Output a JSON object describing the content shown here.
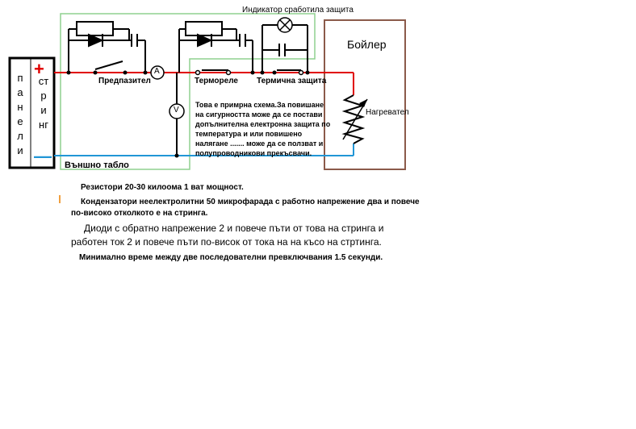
{
  "panel": {
    "left_column": "панели",
    "right_column": "стринг",
    "plus_sign": "+",
    "minus_sign": "—"
  },
  "labels": {
    "indicator": "Индикатор сработила защита",
    "boiler": "Бойлер",
    "fuse": "Предпазител",
    "thermostat": "Термореле",
    "thermal_protection": "Термична защита",
    "heater": "Нагревател",
    "external_box": "Външно табло",
    "ammeter": "A",
    "voltmeter": "V"
  },
  "note_lines": [
    "Това е примрна схема.За повишане",
    "на сигурността може да се постави",
    "допълнителна електронна защита по",
    "температура и  или повишено",
    "налягане ....... може да се ползват и",
    "полупроводникови прекъсвачи."
  ],
  "specs": {
    "resistors": "Резистори 20-30 килоома 1 ват мощност.",
    "capacitors_line1": "Кондензатори неелектролитни 50 микрофарада  с работно напрежение два и повече",
    "capacitors_line2": "по-високо отколкото е на стринга.",
    "diodes_line1": "Диоди с обратно напрежение 2 и повече пъти от това на стринга и",
    "diodes_line2": "работен ток 2 и повече пъти по-висок от тока на на късо на  стртинга.",
    "min_time": "Минимално време между две последователни превключвания  1.5 секунди."
  },
  "colors": {
    "positive_wire": "#e00000",
    "negative_wire": "#2196d6",
    "box_outline": "#8fd08f",
    "boiler_outline": "#8b5a4a",
    "wire": "#000000"
  }
}
